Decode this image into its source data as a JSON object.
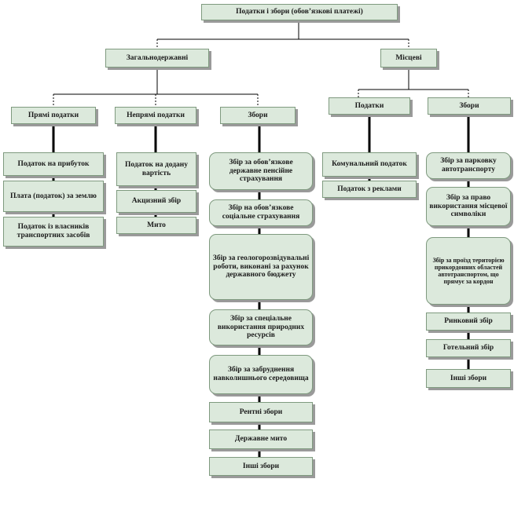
{
  "root": "Податки і збори (обов’язкові платежі)",
  "general": {
    "label": "Загальнодержавні",
    "direct": {
      "label": "Прямі податки",
      "items": [
        "Податок на прибуток",
        "Плата (податок) за землю",
        "Податок із власників транспортних засобів"
      ]
    },
    "indirect": {
      "label": "Непрямі податки",
      "items": [
        "Податок на додану вартість",
        "Акцизний збір",
        "Мито"
      ]
    },
    "fees": {
      "label": "Збори",
      "items": [
        "Збір за обов’язкове державне пенсійне страхування",
        "Збір на обов’язкове соціальне страхування",
        "Збір за геологорозвідувальні роботи, виконані за рахунок державного бюджету",
        "Збір за спеціальне використання природних ресурсів",
        "Збір за забруднення навколишнього середовища",
        "Рентні збори",
        "Державне мито",
        "Інші збори"
      ]
    }
  },
  "local": {
    "label": "Місцеві",
    "taxes": {
      "label": "Податки",
      "items": [
        "Комунальний податок",
        "Податок з реклами"
      ]
    },
    "fees": {
      "label": "Збори",
      "items": [
        "Збір за парковку автотранспорту",
        "Збір за право використання місцевої символіки",
        "Збір за проїзд територією прикордонних областей автотранспортом, що прямує за кордон",
        "Ринковий збір",
        "Готельний збір",
        "Інші збори"
      ]
    }
  }
}
